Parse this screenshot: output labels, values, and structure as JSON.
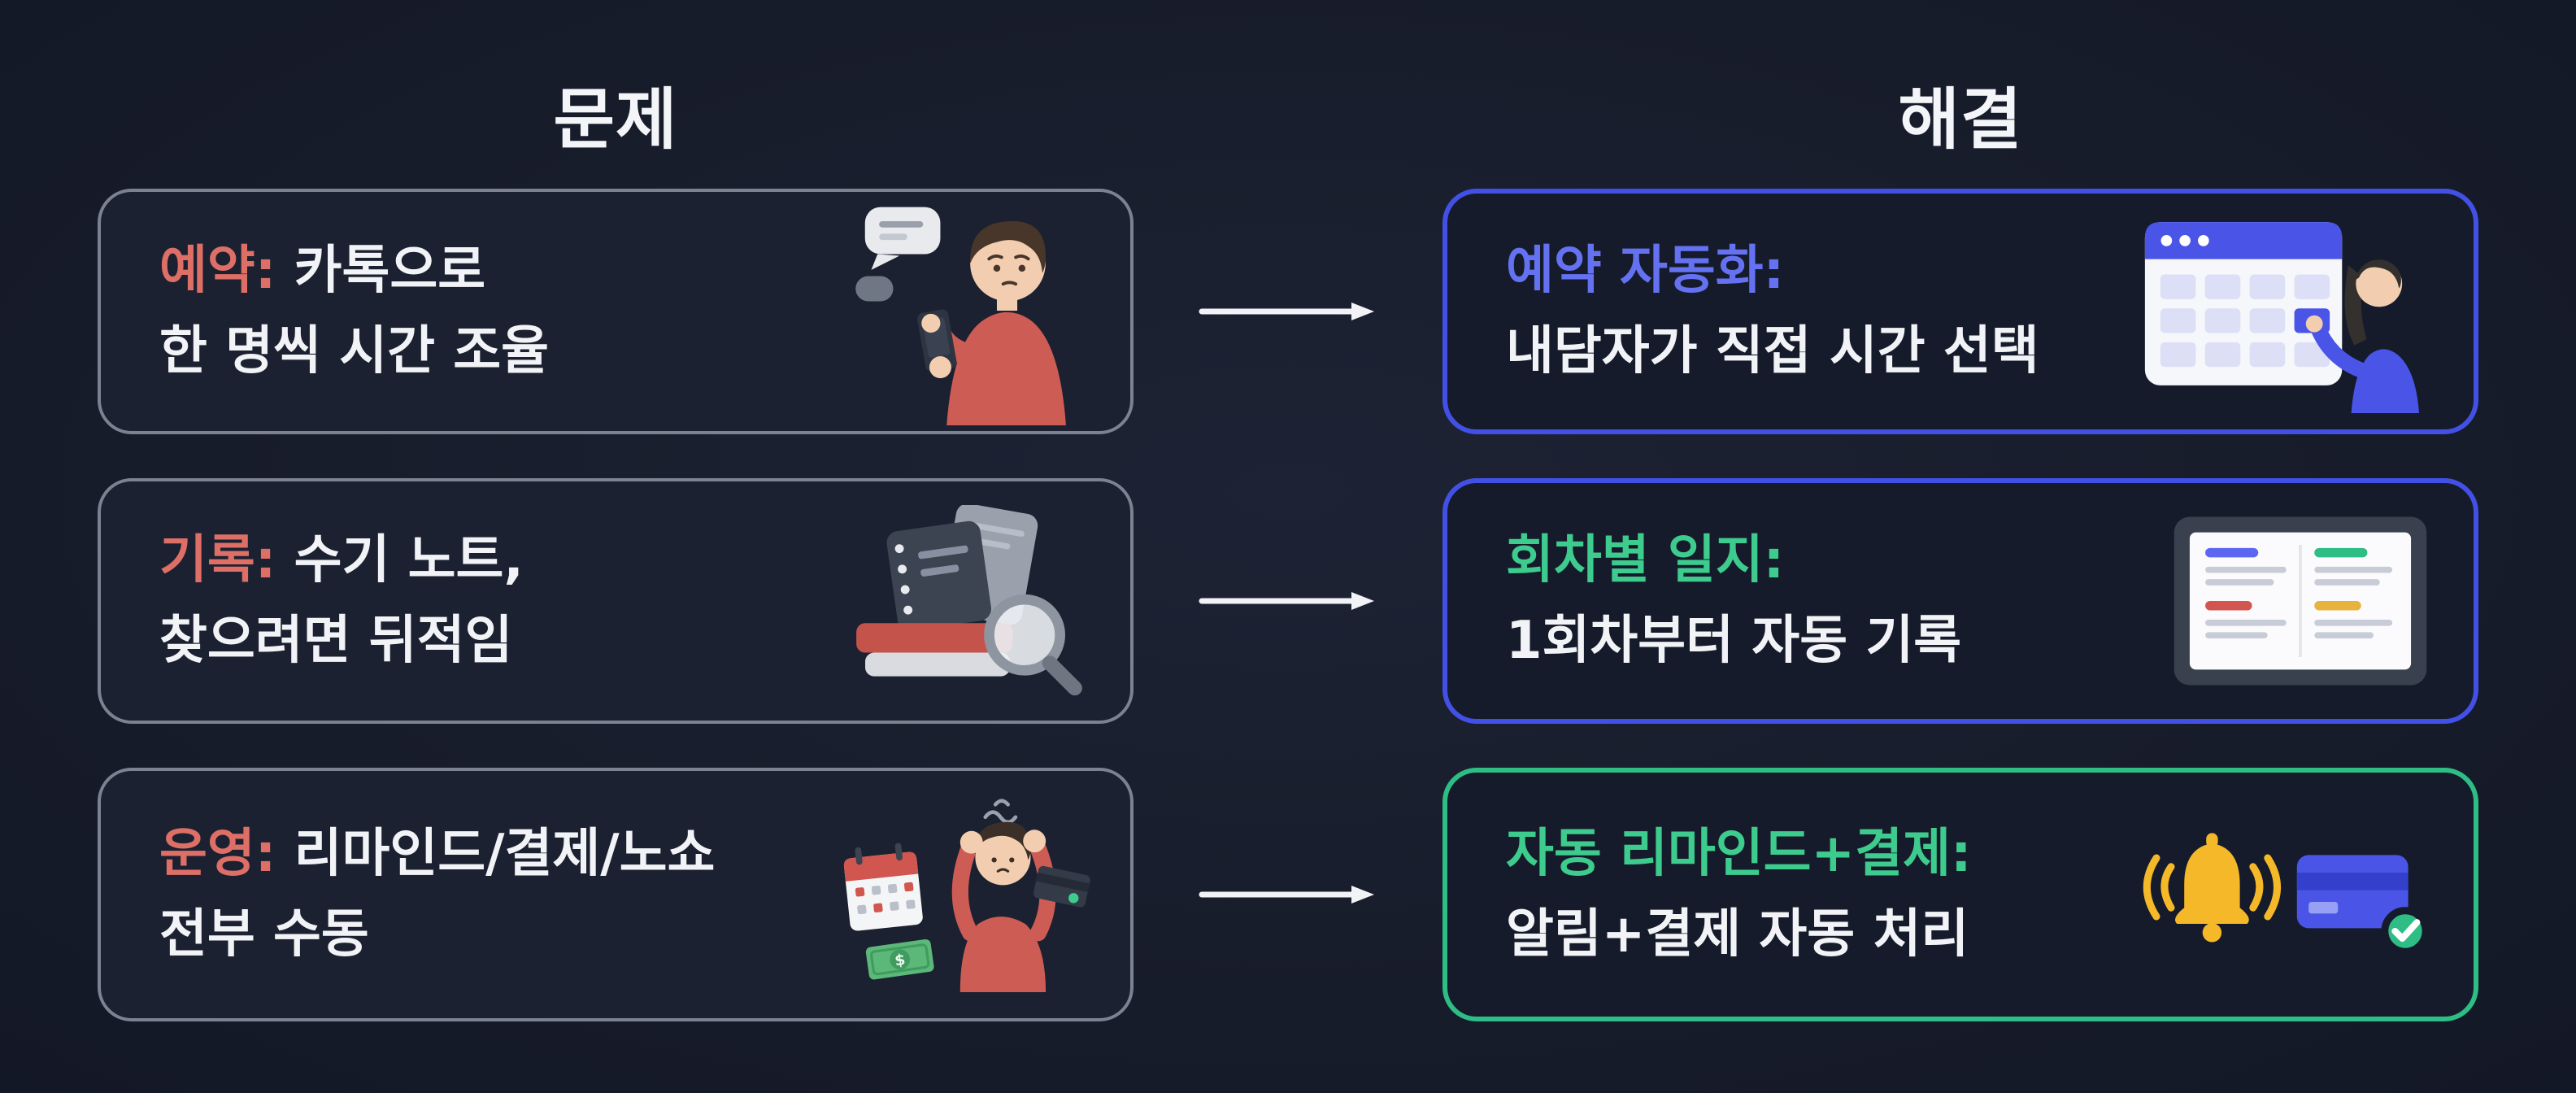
{
  "headers": {
    "problem": "문제",
    "solution": "해결"
  },
  "colors": {
    "background": "#171c2a",
    "problem_accent": "#dd6f67",
    "solution_blue": "#6472f2",
    "solution_green": "#3ecb8e",
    "problem_card_border": "#7b8290",
    "solution_border_blue": "#4350e6",
    "solution_border_green": "#2ebd85",
    "text": "#f2f3f6"
  },
  "problems": [
    {
      "label": "예약:",
      "rest": "카톡으로",
      "line2": "한 명씩 시간 조율",
      "icon": "person-phone-chat-icon"
    },
    {
      "label": "기록:",
      "rest": "수기 노트,",
      "line2": "찾으려면 뒤적임",
      "icon": "notebooks-magnifier-icon"
    },
    {
      "label": "운영:",
      "rest": "리마인드/결제/노쇼",
      "line2": "전부 수동",
      "icon": "stressed-person-calendar-money-icon"
    }
  ],
  "solutions": [
    {
      "label": "예약 자동화:",
      "line2": "내담자가 직접 시간 선택",
      "icon": "booking-calendar-woman-icon"
    },
    {
      "label": "회차별 일지:",
      "line2": "1회차부터 자동 기록",
      "icon": "tablet-session-notes-icon"
    },
    {
      "label": "자동 리마인드+결제:",
      "line2": "알림+결제 자동 처리",
      "icon": "bell-credit-card-check-icon"
    }
  ],
  "arrow": {
    "meaning": "problem-to-solution"
  }
}
